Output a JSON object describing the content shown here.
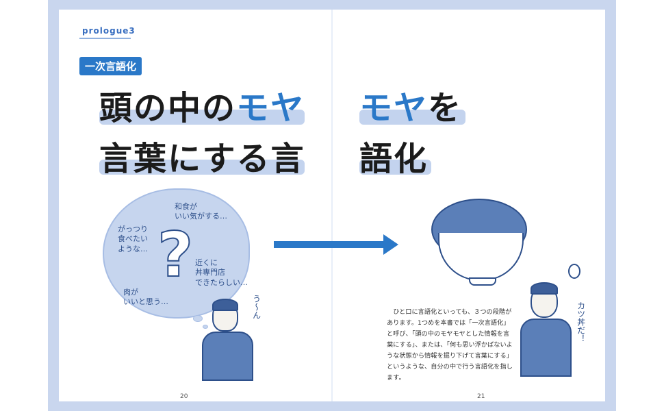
{
  "header": {
    "section": "prologue3",
    "tag": "一次言語化"
  },
  "title": {
    "line1_a": "頭の中の",
    "line1_b": "モヤ",
    "line1_c": "モヤ",
    "line1_d": "を",
    "line2_a": "言葉にする言",
    "line2_b": "語化"
  },
  "thought_bubble": {
    "center": "?",
    "notes": [
      "和食が\nいい気がする…",
      "がっつり\n食べたい\nような…",
      "近くに\n丼専門店\nできたらしい…",
      "肉が\nいいと思う…"
    ]
  },
  "exclamations": {
    "left": "う〜ん",
    "right": "カツ丼だ！"
  },
  "body": "ひと口に言語化といっても、３つの段階があります。1つめを本書では「一次言語化」と呼び、「頭の中のモヤモヤとした情報を言葉にする」、または、「何も思い浮かばないような状態から情報を掘り下げて言葉にする」というような、自分の中で行う言語化を指します。",
  "page_numbers": {
    "left": "20",
    "right": "21"
  },
  "colors": {
    "accent": "#2a78c8",
    "highlight": "#c3d3ee"
  }
}
